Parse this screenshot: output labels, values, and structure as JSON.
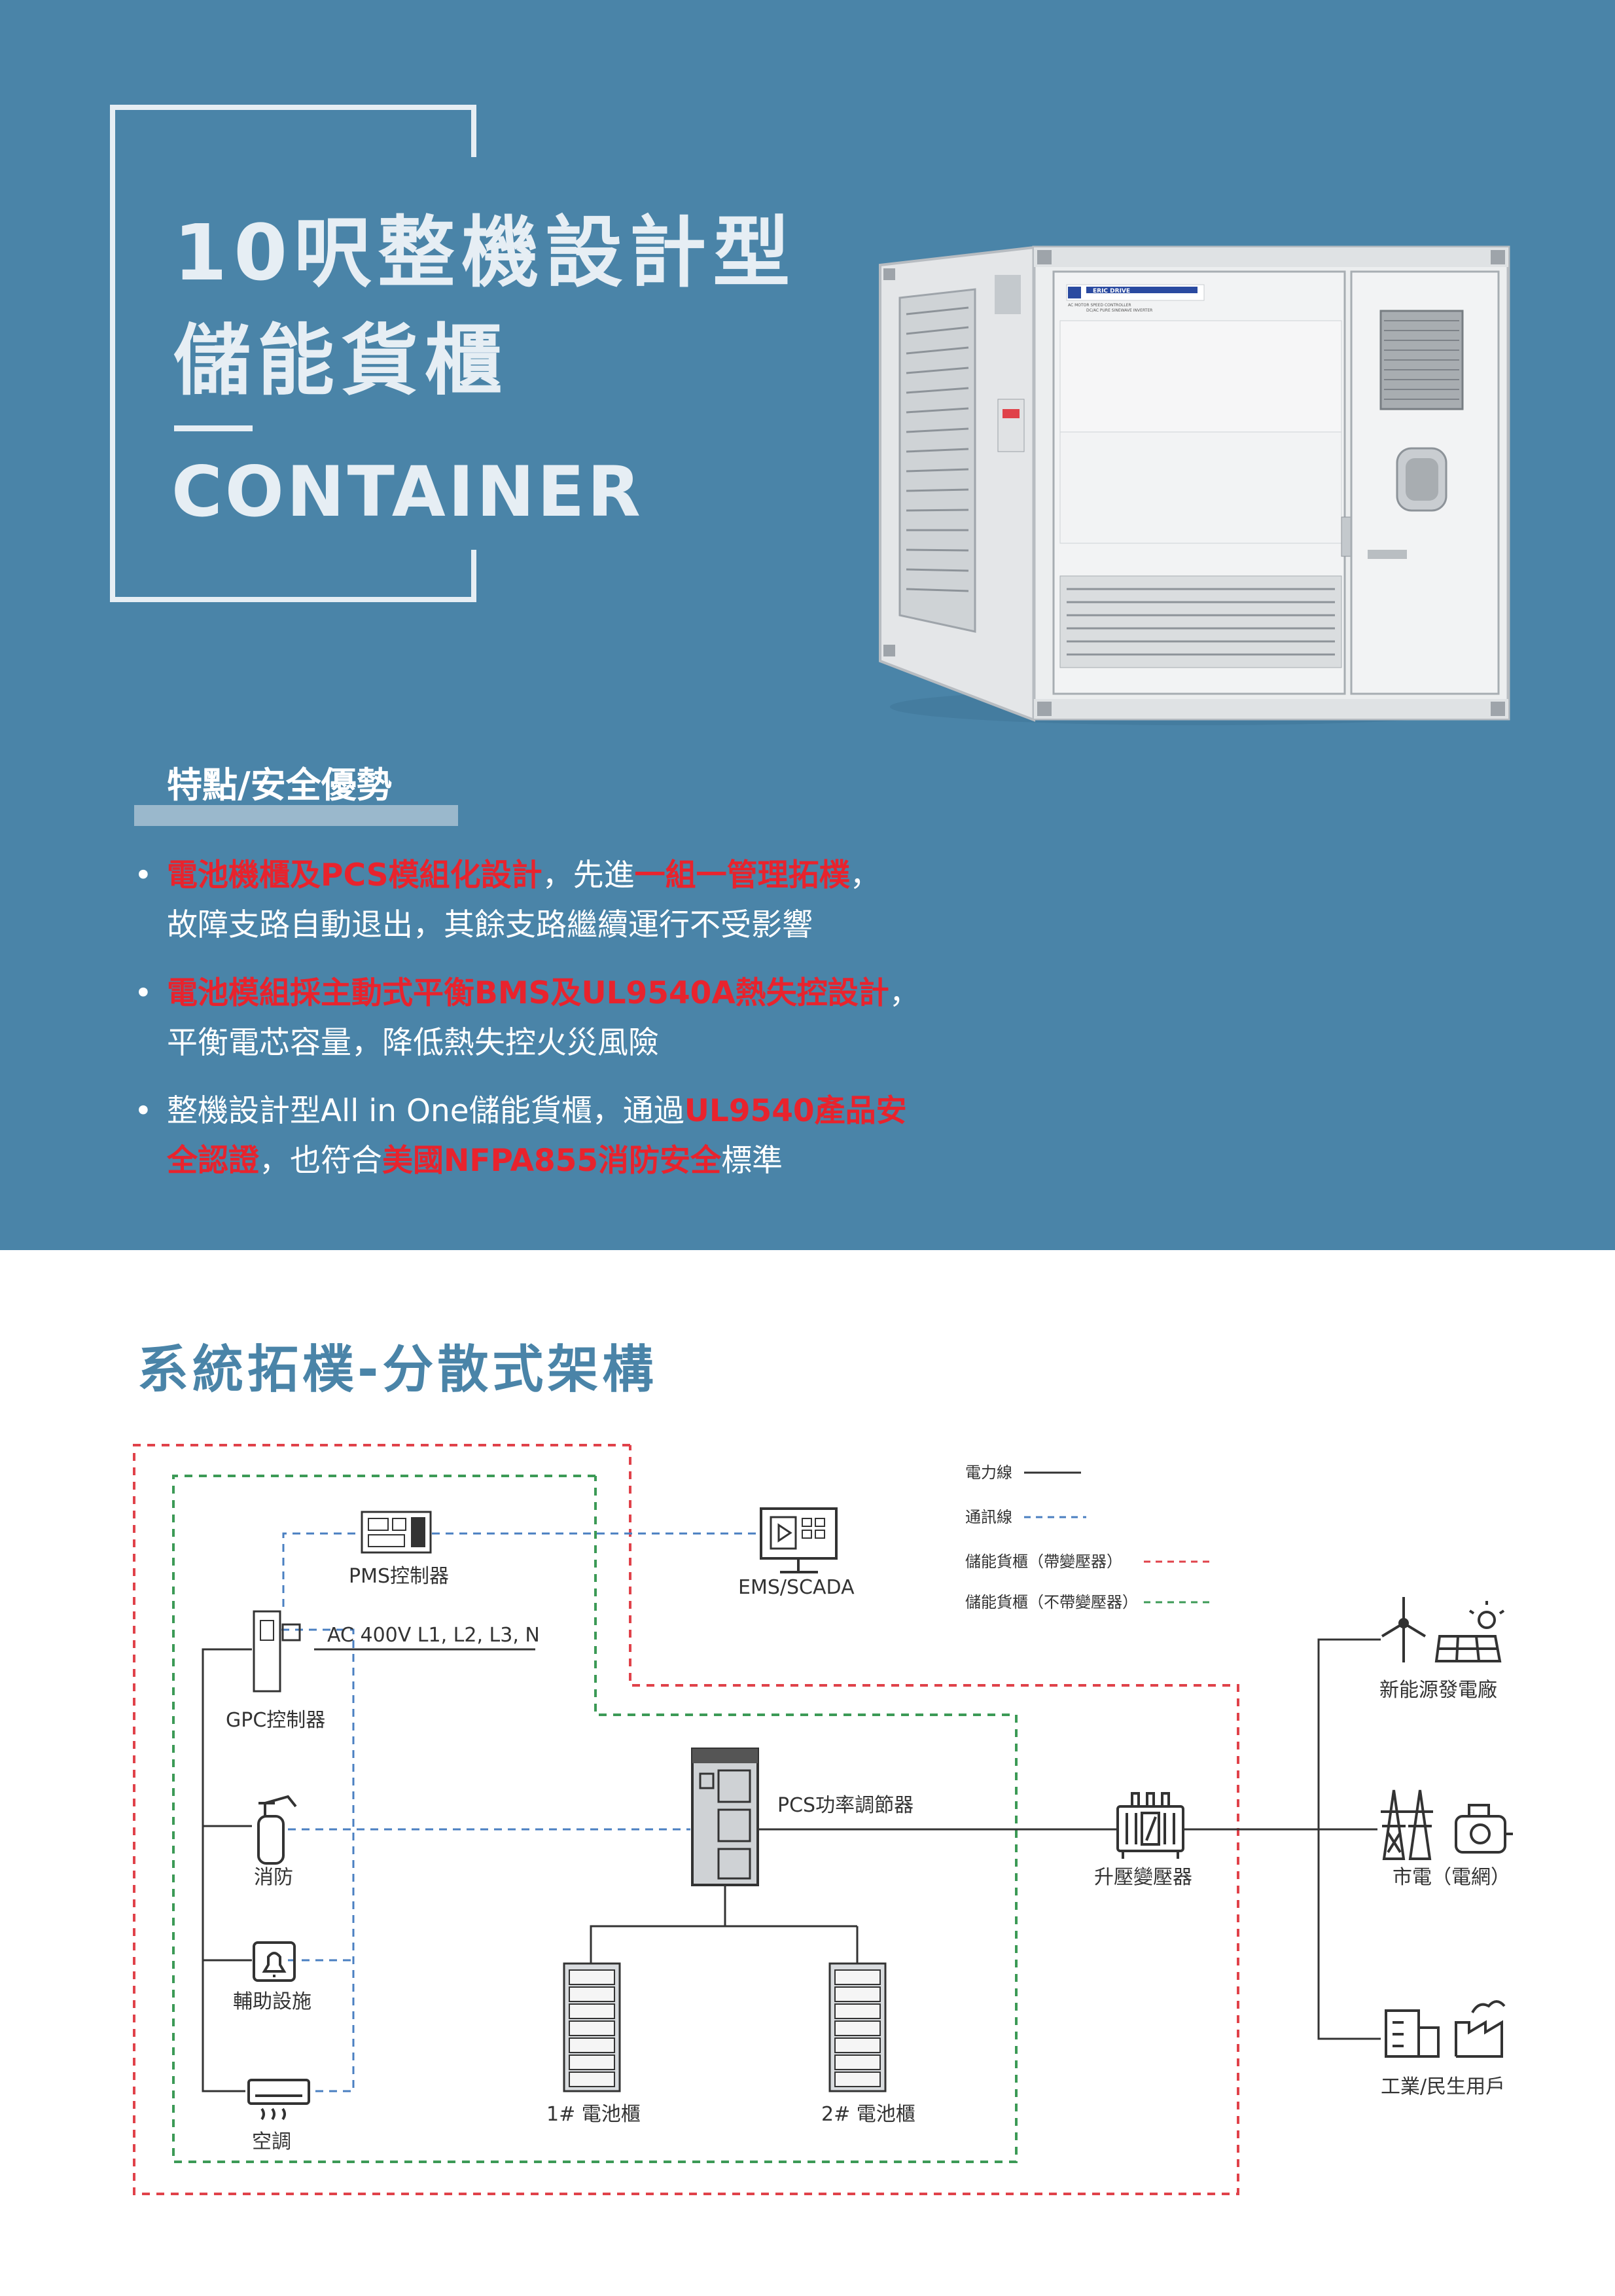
{
  "hero": {
    "title_line1": "10呎整機設計型",
    "title_line2": "儲能貨櫃",
    "subtitle": "CONTAINER",
    "product_brand": "ERIC DRIVE",
    "product_small1": "AC MOTOR SPEED CONTROLLER",
    "product_small2": "DC/AC PURE SINEWAVE INVERTER"
  },
  "features": {
    "heading": "特點/安全優勢",
    "items": [
      {
        "parts": [
          {
            "t": "電池機櫃及PCS模組化設計",
            "hl": true
          },
          {
            "t": "，先進",
            "hl": false
          },
          {
            "t": "一組一管理拓樸",
            "hl": true
          },
          {
            "t": "，",
            "hl": false
          },
          {
            "t": "故障支路自動退出，其餘支路繼續運行不受影響",
            "hl": false,
            "br": true
          }
        ]
      },
      {
        "parts": [
          {
            "t": "電池模組採主動式平衡BMS及UL9540A熱失控設計",
            "hl": true
          },
          {
            "t": "，",
            "hl": false
          },
          {
            "t": "平衡電芯容量，降低熱失控火災風險",
            "hl": false,
            "br": true
          }
        ]
      },
      {
        "parts": [
          {
            "t": "整機設計型All in One儲能貨櫃，通過",
            "hl": false
          },
          {
            "t": "UL9540產品安",
            "hl": true
          },
          {
            "t": "全認證",
            "hl": true,
            "br": true
          },
          {
            "t": "，也符合",
            "hl": false
          },
          {
            "t": "美國NFPA855消防安全",
            "hl": true
          },
          {
            "t": "標準",
            "hl": false
          }
        ]
      }
    ]
  },
  "topology": {
    "title": "系統拓樸-分散式架構",
    "legend": {
      "power_line": "電力線",
      "comm_line": "通訊線",
      "with_transformer": "儲能貨櫃（帶變壓器）",
      "without_transformer": "儲能貨櫃（不帶變壓器）"
    },
    "nodes": {
      "pms": "PMS控制器",
      "ems": "EMS/SCADA",
      "gpc": "GPC控制器",
      "ac_line": "AC 400V L1, L2, L3, N",
      "fire": "消防",
      "aux": "輔助設施",
      "ac": "空調",
      "pcs": "PCS功率調節器",
      "transformer": "升壓變壓器",
      "battery1": "1# 電池櫃",
      "battery2": "2# 電池櫃",
      "renewable": "新能源發電廠",
      "grid": "市電（電網）",
      "industry": "工業/民生用戶"
    },
    "colors": {
      "red_dash": "#e0424a",
      "green_dash": "#3c9a56",
      "blue_dash": "#4a7fc1",
      "line": "#333333"
    }
  }
}
